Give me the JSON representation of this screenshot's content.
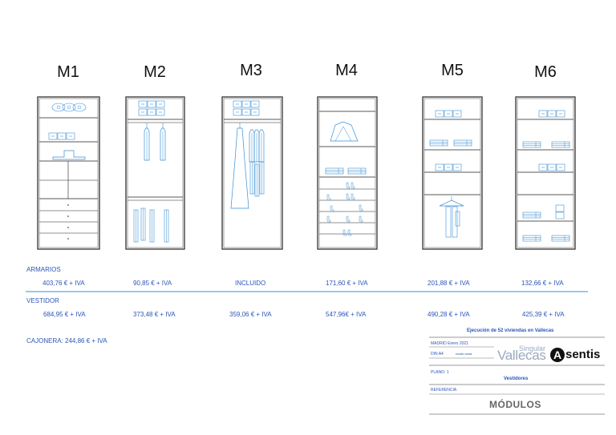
{
  "modules": [
    {
      "id": "M1",
      "armario": "403,76 € + IVA",
      "vestidor": "684,95 € + IVA"
    },
    {
      "id": "M2",
      "armario": "90,85 € + IVA",
      "vestidor": "373,48 € + IVA"
    },
    {
      "id": "M3",
      "armario": "INCLUIDO",
      "vestidor": "359,06 € + IVA"
    },
    {
      "id": "M4",
      "armario": "171,60 € + IVA",
      "vestidor": "547,96€ + IVA"
    },
    {
      "id": "M5",
      "armario": "201,88 € + IVA",
      "vestidor": "490,28 € + IVA"
    },
    {
      "id": "M6",
      "armario": "132,66 € + IVA",
      "vestidor": "425,39 € + IVA"
    }
  ],
  "sections": {
    "armarios": "ARMARIOS",
    "vestidor": "VESTIDOR",
    "cajonera": "CAJONERA: 244,86 € + IVA"
  },
  "title_block": {
    "project": "Ejecución de 52 viviendas en Vallecas",
    "city_date": "MADRID Enero 2021",
    "format": "DIN A4",
    "scale": "escala varias",
    "plano": "PLANO: 1",
    "plano_title": "Vestidores",
    "referencia": "REFERENCIA",
    "sheet_title": "MÓDULOS",
    "logo_singular": "Singular",
    "logo_vallecas": "Vallecas",
    "logo_sentis": "sentis",
    "logo_a": "A"
  },
  "colors": {
    "line": "#1e3fa8",
    "accent": "#3a8fd6",
    "dark": "#222222"
  }
}
